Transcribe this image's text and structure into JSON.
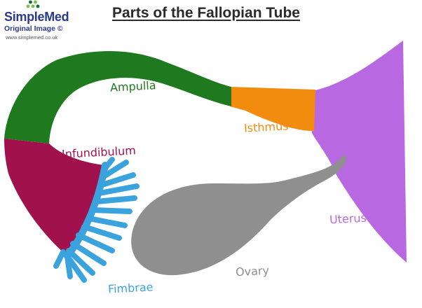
{
  "title": "Parts of the Fallopian Tube",
  "logo": {
    "brand": "SimpleMed",
    "subtitle": "Original Image ©",
    "url": "www.simplemed.co.uk"
  },
  "labels": {
    "ampulla": "Ampulla",
    "isthmus": "Isthmus",
    "infundibulum": "Infundibulum",
    "fimbrae": "Fimbrae",
    "ovary": "Ovary",
    "uterus": "Uterus"
  },
  "colors": {
    "ampulla": "#1f7a1f",
    "isthmus": "#f28c0f",
    "infundibulum": "#a0114e",
    "fimbrae": "#3aa3dd",
    "ovary": "#8f8f8f",
    "uterus": "#b868e0",
    "logo_dark": "#0e6e33",
    "logo_light": "#79c14d",
    "title": "#2a2a2a"
  }
}
